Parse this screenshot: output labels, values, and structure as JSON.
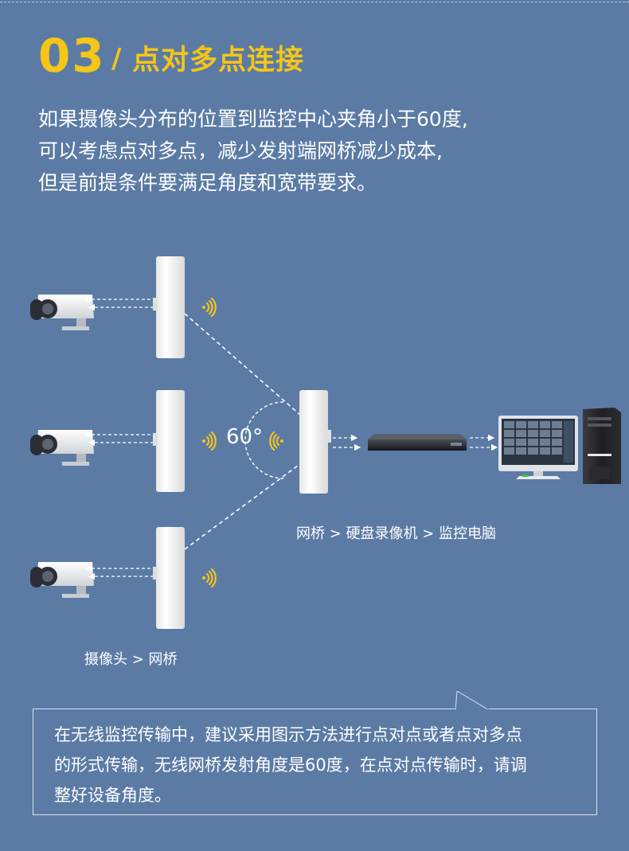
{
  "header": {
    "number": "03",
    "slash": "/",
    "title": "点对多点连接"
  },
  "intro": {
    "lines": [
      "如果摄像头分布的位置到监控中心夹角小于60度,",
      "可以考虑点对多点，减少发射端网桥减少成本,",
      "但是前提条件要满足角度和宽带要求。"
    ]
  },
  "diagram": {
    "angle": "60°",
    "chain_right": "网桥  >  硬盘录像机  >  监控电脑",
    "chain_left": "摄像头  >  网桥"
  },
  "notice": {
    "lines": [
      "在无线监控传输中，建议采用图示方法进行点对点或者点对多点",
      "的形式传输，无线网桥发射角度是60度，在点对点传输时，请调",
      "整好设备角度。"
    ]
  },
  "colors": {
    "background": "#5b7ba5",
    "accent": "#f5c518",
    "text": "#ffffff"
  }
}
